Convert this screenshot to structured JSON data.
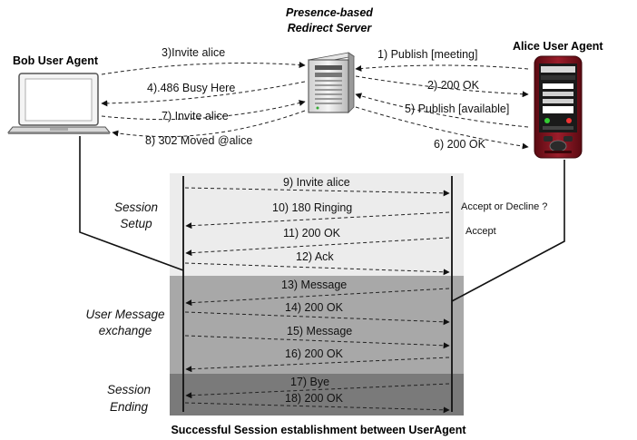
{
  "server": {
    "title_line1": "Presence-based",
    "title_line2": "Redirect Server"
  },
  "bob": {
    "title": "Bob User Agent"
  },
  "alice": {
    "title": "Alice User Agent"
  },
  "top_messages": [
    {
      "id": "m1",
      "label": "1) Publish [meeting]",
      "direction": "alice-to-server"
    },
    {
      "id": "m2",
      "label": "2) 200 OK",
      "direction": "server-to-alice"
    },
    {
      "id": "m3",
      "label": "3)Invite alice",
      "direction": "bob-to-server"
    },
    {
      "id": "m4",
      "label": "4).486 Busy Here",
      "direction": "server-to-bob"
    },
    {
      "id": "m5",
      "label": "5) Publish [available]",
      "direction": "alice-to-server"
    },
    {
      "id": "m6",
      "label": "6) 200 OK",
      "direction": "server-to-alice"
    },
    {
      "id": "m7",
      "label": "7) Invite alice",
      "direction": "bob-to-server"
    },
    {
      "id": "m8",
      "label": "8) 302 Moved @alice",
      "direction": "server-to-bob"
    }
  ],
  "phases": [
    {
      "id": "setup",
      "label_line1": "Session",
      "label_line2": "Setup",
      "color": "#ececec"
    },
    {
      "id": "exchange",
      "label_line1": "User Message",
      "label_line2": "exchange",
      "color": "#a8a8a8"
    },
    {
      "id": "ending",
      "label_line1": "Session",
      "label_line2": "Ending",
      "color": "#7a7a7a"
    }
  ],
  "session_messages": [
    {
      "id": "s9",
      "label": "9) Invite alice",
      "direction": "right"
    },
    {
      "id": "s10",
      "label": "10) 180 Ringing",
      "direction": "left"
    },
    {
      "id": "s11",
      "label": "11) 200 OK",
      "direction": "left"
    },
    {
      "id": "s12",
      "label": "12) Ack",
      "direction": "right"
    },
    {
      "id": "s13",
      "label": "13) Message",
      "direction": "left"
    },
    {
      "id": "s14",
      "label": "14) 200 OK",
      "direction": "right"
    },
    {
      "id": "s15",
      "label": "15) Message",
      "direction": "right"
    },
    {
      "id": "s16",
      "label": "16) 200 OK",
      "direction": "left"
    },
    {
      "id": "s17",
      "label": "17) Bye",
      "direction": "left"
    },
    {
      "id": "s18",
      "label": "18) 200 OK",
      "direction": "right"
    }
  ],
  "side_notes": {
    "accept_or_decline": "Accept or Decline ?",
    "accept": "Accept"
  },
  "caption": "Successful Session establishment between UserAgent"
}
